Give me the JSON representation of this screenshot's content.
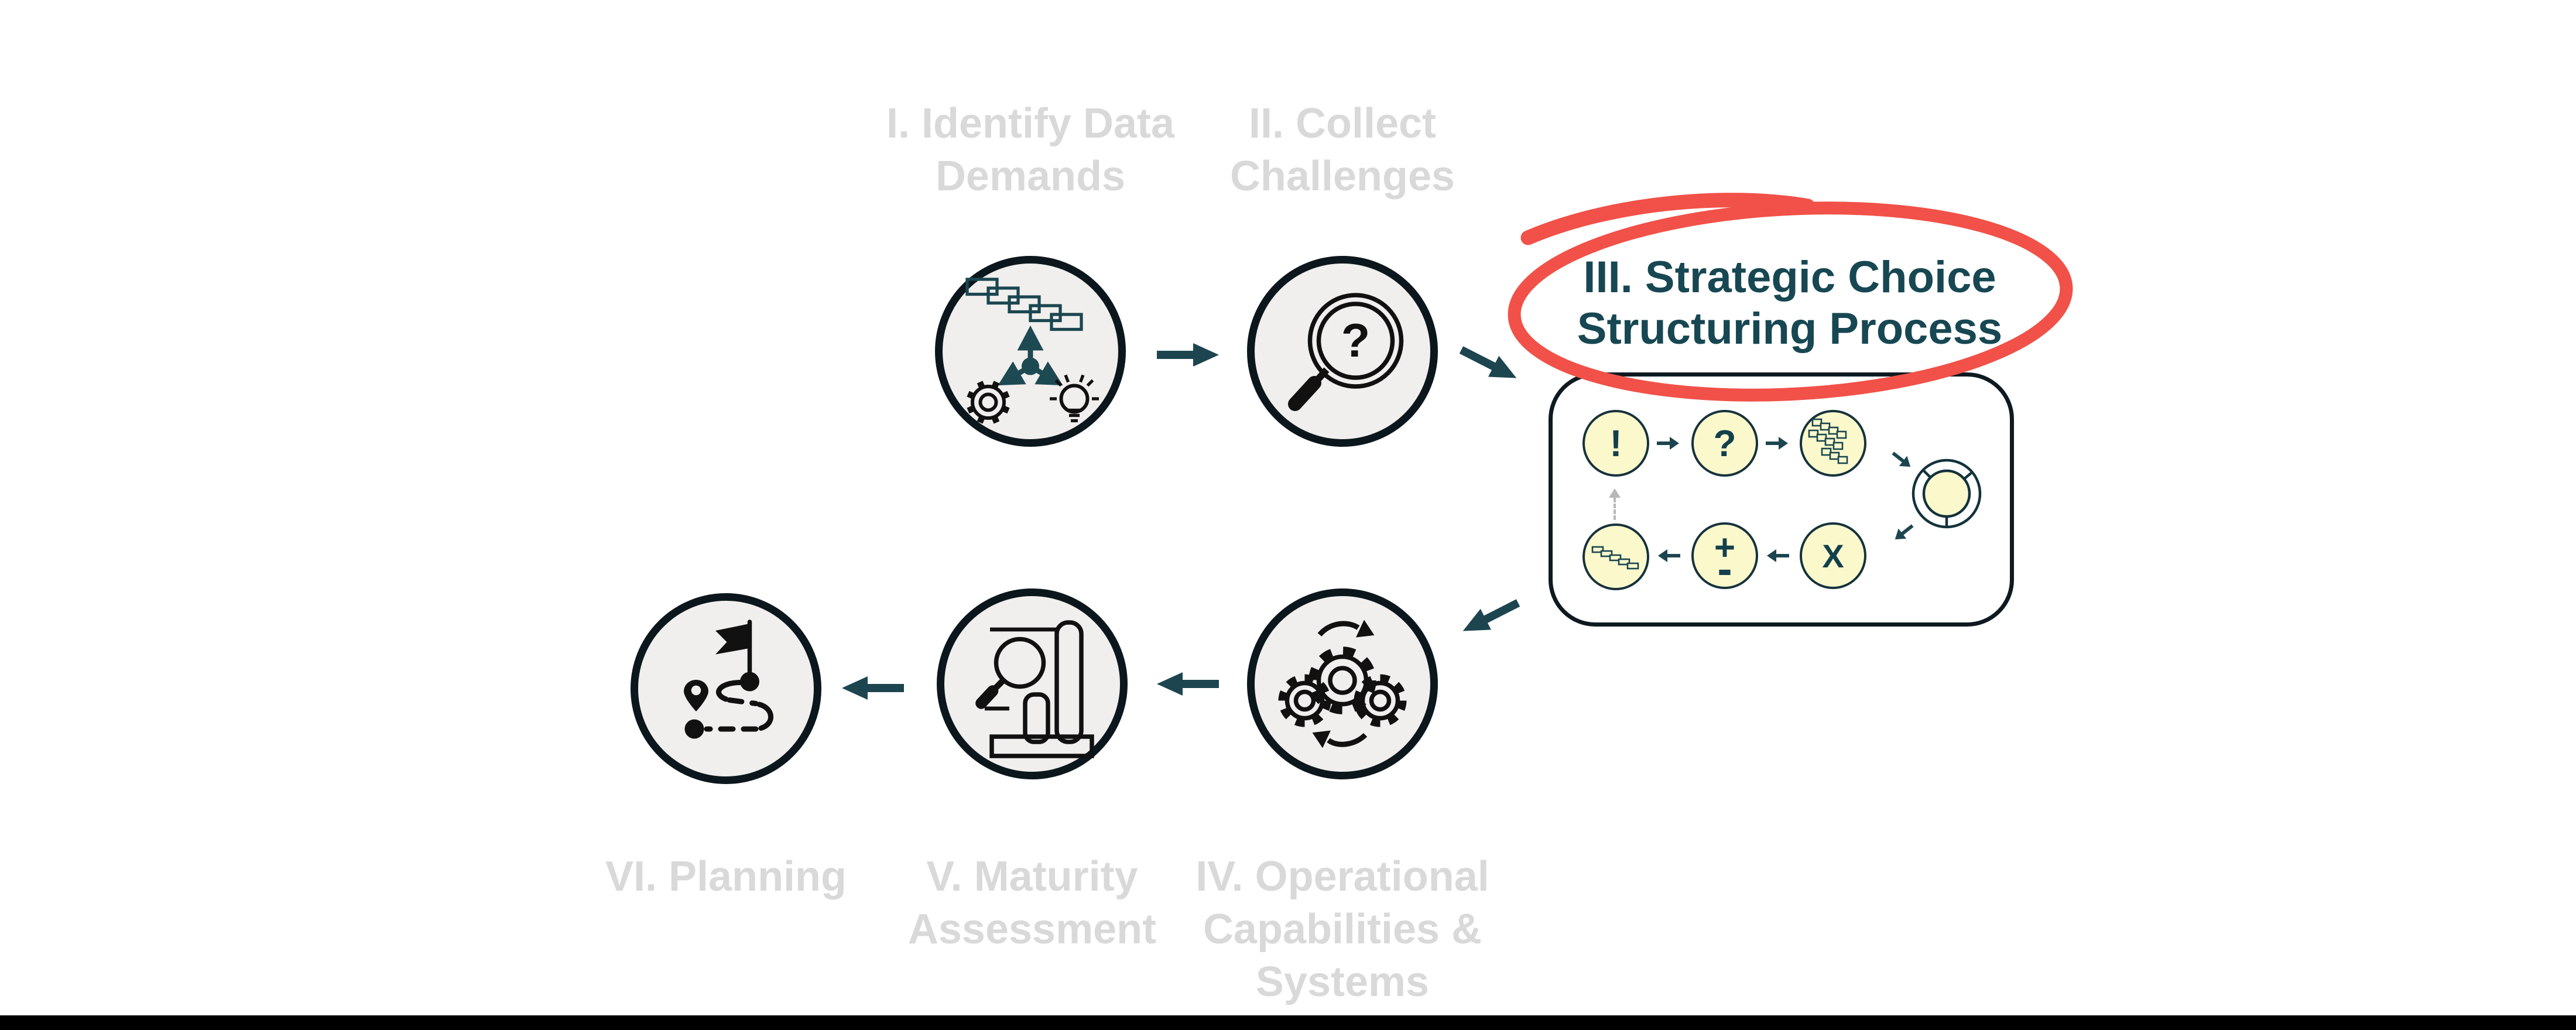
{
  "diagram_title": "Strategic Choice Structuring Process flow",
  "colors": {
    "highlight_red": "#f15148",
    "title_teal": "#174752",
    "arrow_teal": "#1d4550",
    "circle_fill": "#f0efed",
    "circle_border": "#0c171d",
    "node_yellow": "#fbf9cc",
    "node_border": "#16323c",
    "inactive_label_gray": "#d9d9d9",
    "dashed_gray": "#b8b8b8",
    "bottom_bar": "#000000"
  },
  "top_labels": {
    "step1_line1": "I. Identify Data",
    "step1_line2": "Demands",
    "step2_line1": "II. Collect",
    "step2_line2": "Challenges"
  },
  "highlight": {
    "title_line1": "III. Strategic Choice",
    "title_line2": "Structuring Process"
  },
  "bottom_labels": {
    "step6": "VI. Planning",
    "step5_line1": "V. Maturity",
    "step5_line2": "Assessment",
    "step4_line1": "IV. Operational",
    "step4_line2": "Capabilities &",
    "step4_line3": "Systems"
  },
  "scsp_nodes": {
    "exclamation": "!",
    "question": "?",
    "multiply": "X",
    "plus": "+",
    "minus": "-"
  },
  "icons": {
    "magnifier_question": "?"
  }
}
